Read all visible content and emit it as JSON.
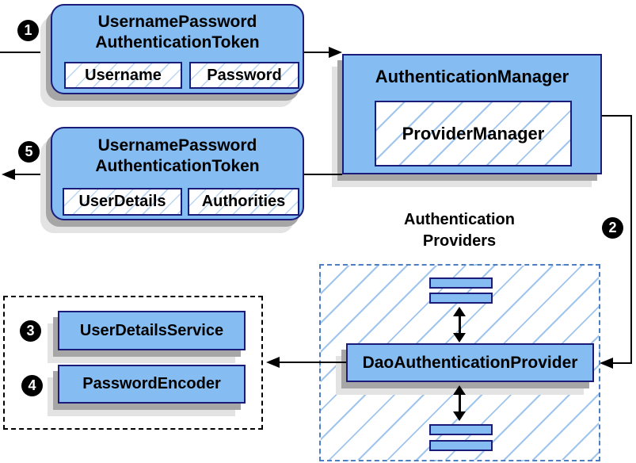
{
  "diagram": {
    "badges": {
      "step1": "1",
      "step2": "2",
      "step3": "3",
      "step4": "4",
      "step5": "5"
    },
    "request_token": {
      "title_lines": [
        "UsernamePassword",
        "AuthenticationToken"
      ],
      "fields": [
        "Username",
        "Password"
      ]
    },
    "authentication_manager": {
      "label": "AuthenticationManager",
      "provider_manager_label": "ProviderManager"
    },
    "response_token": {
      "title_lines": [
        "UsernamePassword",
        "AuthenticationToken"
      ],
      "fields": [
        "UserDetails",
        "Authorities"
      ]
    },
    "authentication_providers": {
      "label_lines": [
        "Authentication",
        "Providers"
      ],
      "dao_provider_label": "DaoAuthenticationProvider"
    },
    "dao_dependencies": {
      "user_details_service_label": "UserDetailsService",
      "password_encoder_label": "PasswordEncoder"
    },
    "colors": {
      "box_fill": "#85bcf2",
      "box_border": "#1b1b7a",
      "hatch_line": "#9fc5ec",
      "dashed_blue": "#4d7ec1",
      "shadow_dark": "#a6a6a6",
      "shadow_light": "#e3e3e3"
    }
  }
}
